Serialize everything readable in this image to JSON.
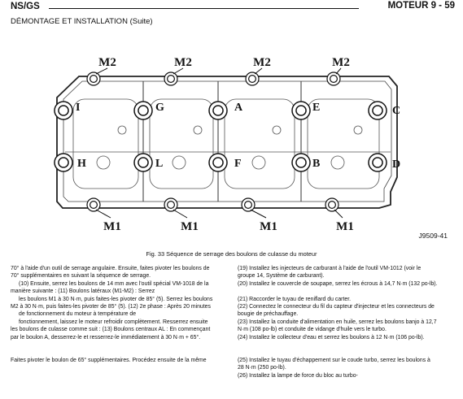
{
  "header": {
    "left": "NS/GS",
    "right": "MOTEUR 9 - 59"
  },
  "section_title": "DÉMONTAGE ET INSTALLATION (Suite)",
  "figure": {
    "top_labels": [
      "M2",
      "M2",
      "M2",
      "M2"
    ],
    "bottom_labels": [
      "M1",
      "M1",
      "M1",
      "M1"
    ],
    "row1_labels": [
      "I",
      "G",
      "A",
      "E",
      "C"
    ],
    "row2_labels": [
      "H",
      "L",
      "F",
      "B",
      "D"
    ],
    "code": "J9509-41",
    "caption": "Fig. 33 Séquence de serrage des boulons de culasse du moteur"
  },
  "left_column": [
    "70° à l'aide d'un outil de serrage angulaire. Ensuite, faites pivoter les boulons de",
    "70° supplémentaires en suivant la séquence de serrage.",
    "(10) Ensuite, serrez les boulons de 14 mm avec l'outil spécial VM-1018 de la",
    "manière suivante : (11) Boulons latéraux (M1-M2) : Serrez",
    "les boulons M1 à 30 N·m, puis faites-les pivoter de 85° (5). Serrez les boulons",
    "M2 à 30 N·m, puis faites-les pivoter de 85° (5). (12) 2e phase : Après 20 minutes",
    "de fonctionnement du moteur à température de",
    "fonctionnement, laissez le moteur refroidir complètement. Resserrez ensuite",
    "les boulons de culasse comme suit : (13) Boulons centraux AL : En commençant",
    "par le boulon A, desserrez-le et resserrez-le immédiatement à 30 N·m + 65°.",
    "",
    "",
    "Faites pivoter le boulon de 65° supplémentaires. Procédez ensuite de la même"
  ],
  "right_column": [
    "(19) Installez les injecteurs de carburant à l'aide de l'outil VM-1012 (voir le",
    "groupe 14, Système de carburant).",
    "(20) Installez le couvercle de soupape, serrez les écrous à 14,7 N·m (132 po-lb).",
    "",
    "(21) Raccorder le tuyau de reniflard du carter.",
    "(22) Connectez le connecteur du fil du capteur d'injecteur et les connecteurs de",
    "bougie de préchauffage.",
    "(23) Installez la conduite d'alimentation en huile, serrez les boulons banjo à 12,7",
    "N·m (108 po-lb) et conduite de vidange d'huile vers le turbo.",
    "(24) Installez le collecteur d'eau et serrez les boulons à 12 N·m (106 po-lb).",
    "",
    "",
    "(25) Installez le tuyau d'échappement sur le coude turbo, serrez les boulons à",
    "28 N·m (250 po-lb).",
    "(26) Installez la lampe de force du bloc au turbo-"
  ]
}
